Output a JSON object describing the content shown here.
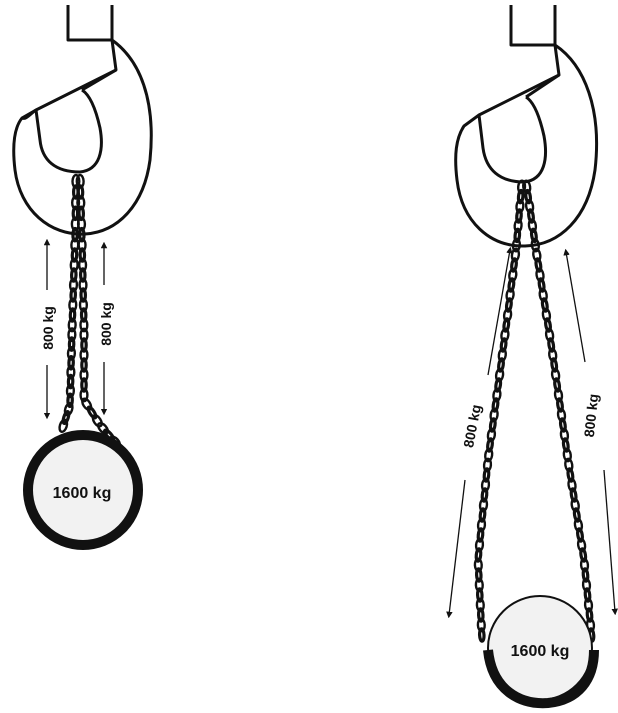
{
  "left_figure": {
    "left_leg_force": "800 kg",
    "right_leg_force": "800 kg",
    "load_weight": "1600 kg"
  },
  "right_figure": {
    "left_leg_force": "800 kg",
    "right_leg_force": "800 kg",
    "load_weight": "1600 kg"
  },
  "colors": {
    "ink": "#111111",
    "load_fill": "#f2f2f2"
  }
}
